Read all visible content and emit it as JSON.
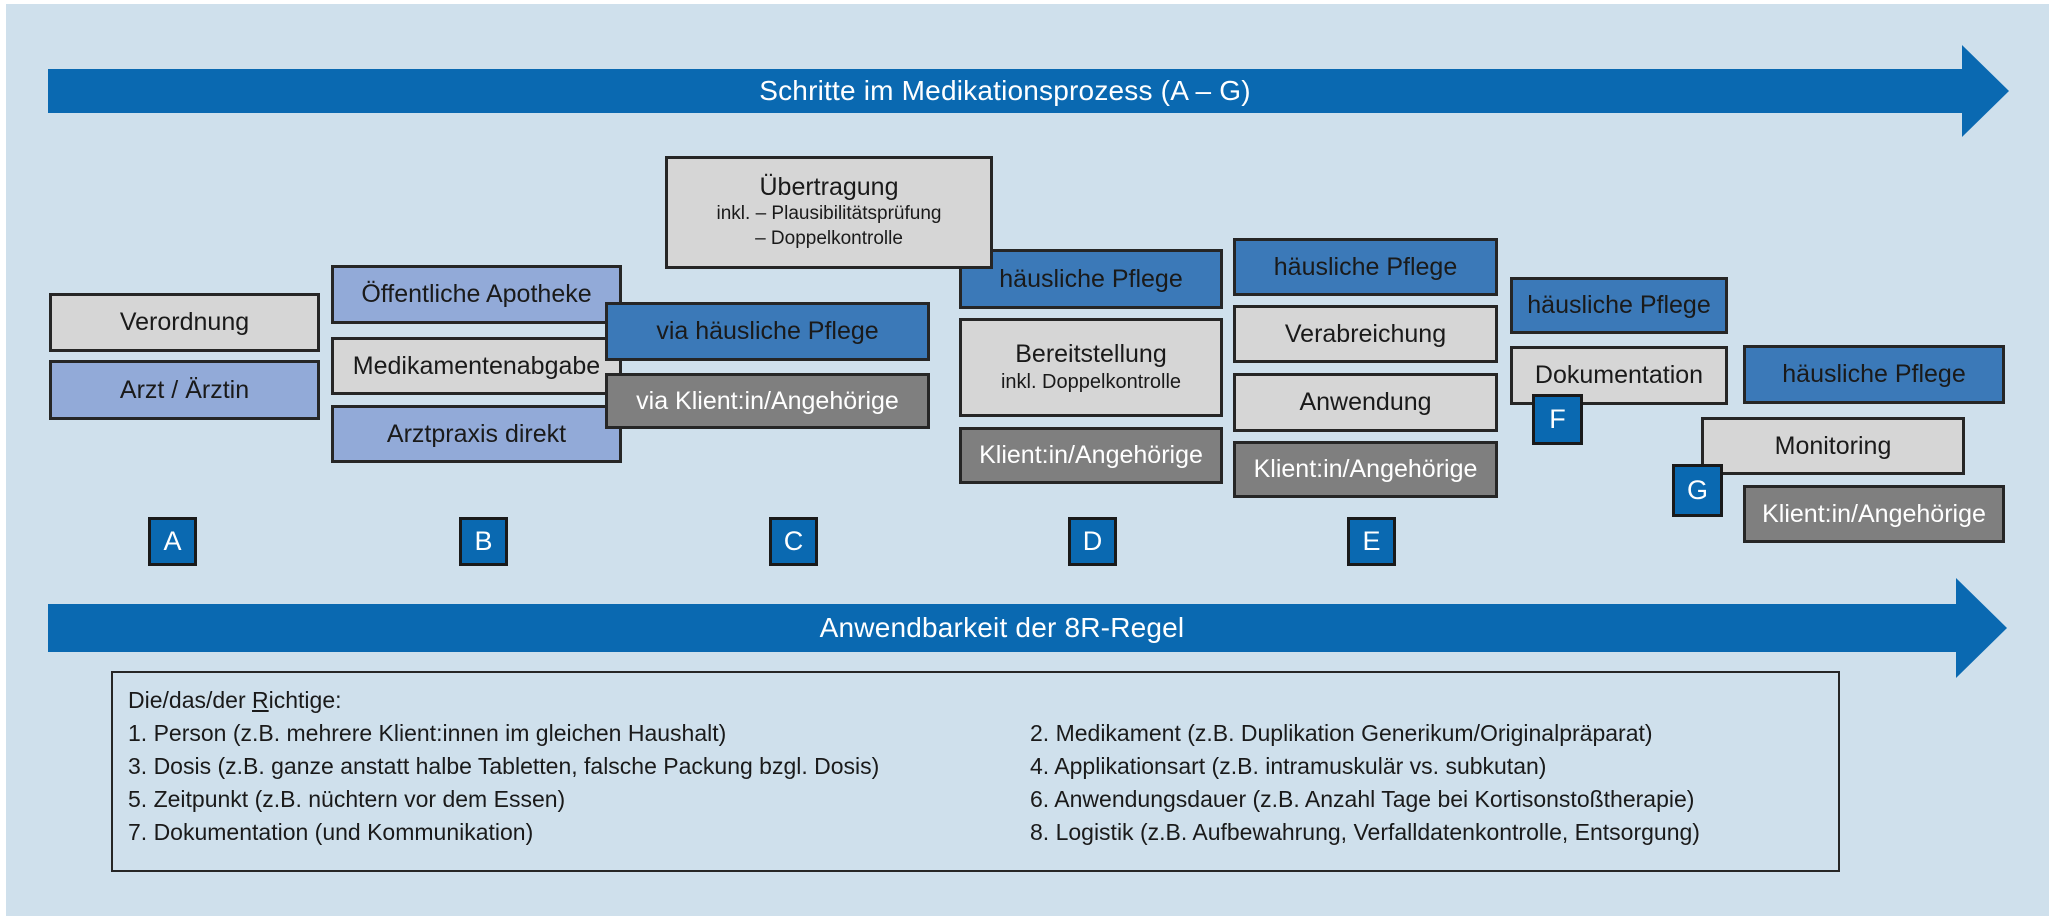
{
  "colors": {
    "panel_background": "#cfe0ec",
    "arrow_blue": "#0a69b1",
    "box_blue": "#3b79b8",
    "box_periwinkle": "#92aad8",
    "box_lightgray": "#d6d6d6",
    "box_darkgray": "#7f7f7f",
    "border_dark": "#262626",
    "text_dark": "#1a1a1a",
    "text_white": "#ffffff"
  },
  "top_arrow": {
    "label": "Schritte im Medikationsprozess (A – G)"
  },
  "bottom_arrow": {
    "label": "Anwendbarkeit der 8R-Regel"
  },
  "steps": [
    {
      "letter": "A",
      "items": [
        {
          "label": "Verordnung"
        },
        {
          "label": "Arzt / Ärztin"
        }
      ]
    },
    {
      "letter": "B",
      "items": [
        {
          "label": "Öffentliche Apotheke"
        },
        {
          "label": "Medikamentenabgabe"
        },
        {
          "label": "Arztpraxis direkt"
        }
      ]
    },
    {
      "letter": "C",
      "items": [
        {
          "label": "Übertragung",
          "sublines": [
            "inkl. – Plausibilitätsprüfung",
            "– Doppelkontrolle"
          ]
        },
        {
          "label": "via häusliche Pflege"
        },
        {
          "label": "via Klient:in/Angehörige"
        }
      ]
    },
    {
      "letter": "D",
      "items": [
        {
          "label": "häusliche Pflege"
        },
        {
          "label": "Bereitstellung",
          "sublines": [
            "inkl. Doppelkontrolle"
          ]
        },
        {
          "label": "Klient:in/Angehörige"
        }
      ]
    },
    {
      "letter": "E",
      "items": [
        {
          "label": "häusliche Pflege"
        },
        {
          "label": "Verabreichung"
        },
        {
          "label": "Anwendung"
        },
        {
          "label": "Klient:in/Angehörige"
        }
      ]
    },
    {
      "letter": "F",
      "items": [
        {
          "label": "häusliche Pflege"
        },
        {
          "label": "Dokumentation"
        }
      ]
    },
    {
      "letter": "G",
      "items": [
        {
          "label": "häusliche Pflege"
        },
        {
          "label": "Monitoring"
        },
        {
          "label": "Klient:in/Angehörige"
        }
      ]
    }
  ],
  "legend": {
    "title_prefix": "Die/das/der ",
    "title_underlined": "R",
    "title_suffix": "ichtige:",
    "left_items": [
      "1. Person (z.B. mehrere Klient:innen im gleichen Haushalt)",
      "3. Dosis (z.B. ganze anstatt halbe Tabletten, falsche Packung bzgl. Dosis)",
      "5. Zeitpunkt (z.B. nüchtern vor dem Essen)",
      "7. Dokumentation (und Kommunikation)"
    ],
    "right_items": [
      "2. Medikament (z.B. Duplikation Generikum/Originalpräparat)",
      "4. Applikationsart (z.B. intramuskulär vs. subkutan)",
      "6. Anwendungsdauer (z.B. Anzahl Tage bei Kortisonstoßtherapie)",
      "8. Logistik (z.B. Aufbewahrung, Verfalldatenkontrolle, Entsorgung)"
    ]
  }
}
